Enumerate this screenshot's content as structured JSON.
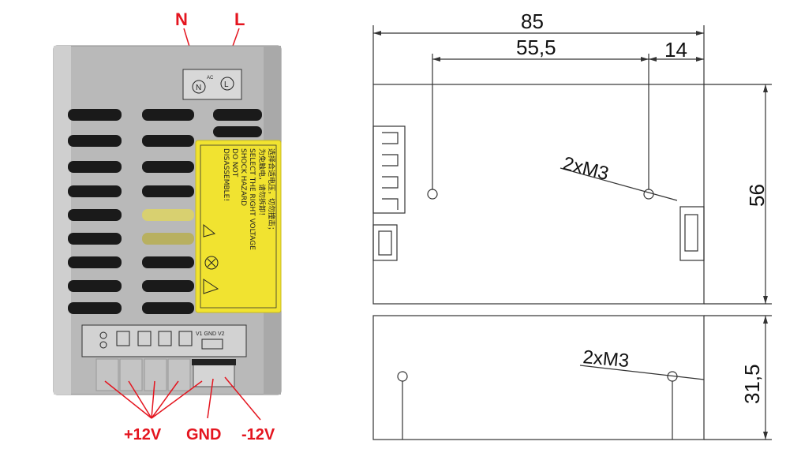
{
  "photo": {
    "labels": {
      "n": "N",
      "l": "L",
      "plus12v": "+12V",
      "gnd": "GND",
      "minus12v": "-12V"
    },
    "input_plate": {
      "n": "N",
      "l": "L",
      "ac": "AC"
    },
    "output_plate": {
      "header": "V1 GND V2"
    },
    "sticker": {
      "line1": "选择合适电压，切勿撞击；",
      "line2": "为免触电，请勿拆卸！",
      "line3": "SELECT THE RIGHT VOLTAGE",
      "line4": "SHOCK HAZARD",
      "line5": "DO NOT",
      "line6": "DISASSEMBLE!"
    },
    "colors": {
      "label_red": "#e4151f",
      "sticker_yellow": "#f1e330",
      "case_gray": "#b9b9b9"
    }
  },
  "drawing": {
    "width_total": "85",
    "hole_spacing": "55,5",
    "edge_offset": "14",
    "height_top": "56",
    "height_side": "31,5",
    "screw_top": "2xM3",
    "screw_side": "2xM3"
  }
}
